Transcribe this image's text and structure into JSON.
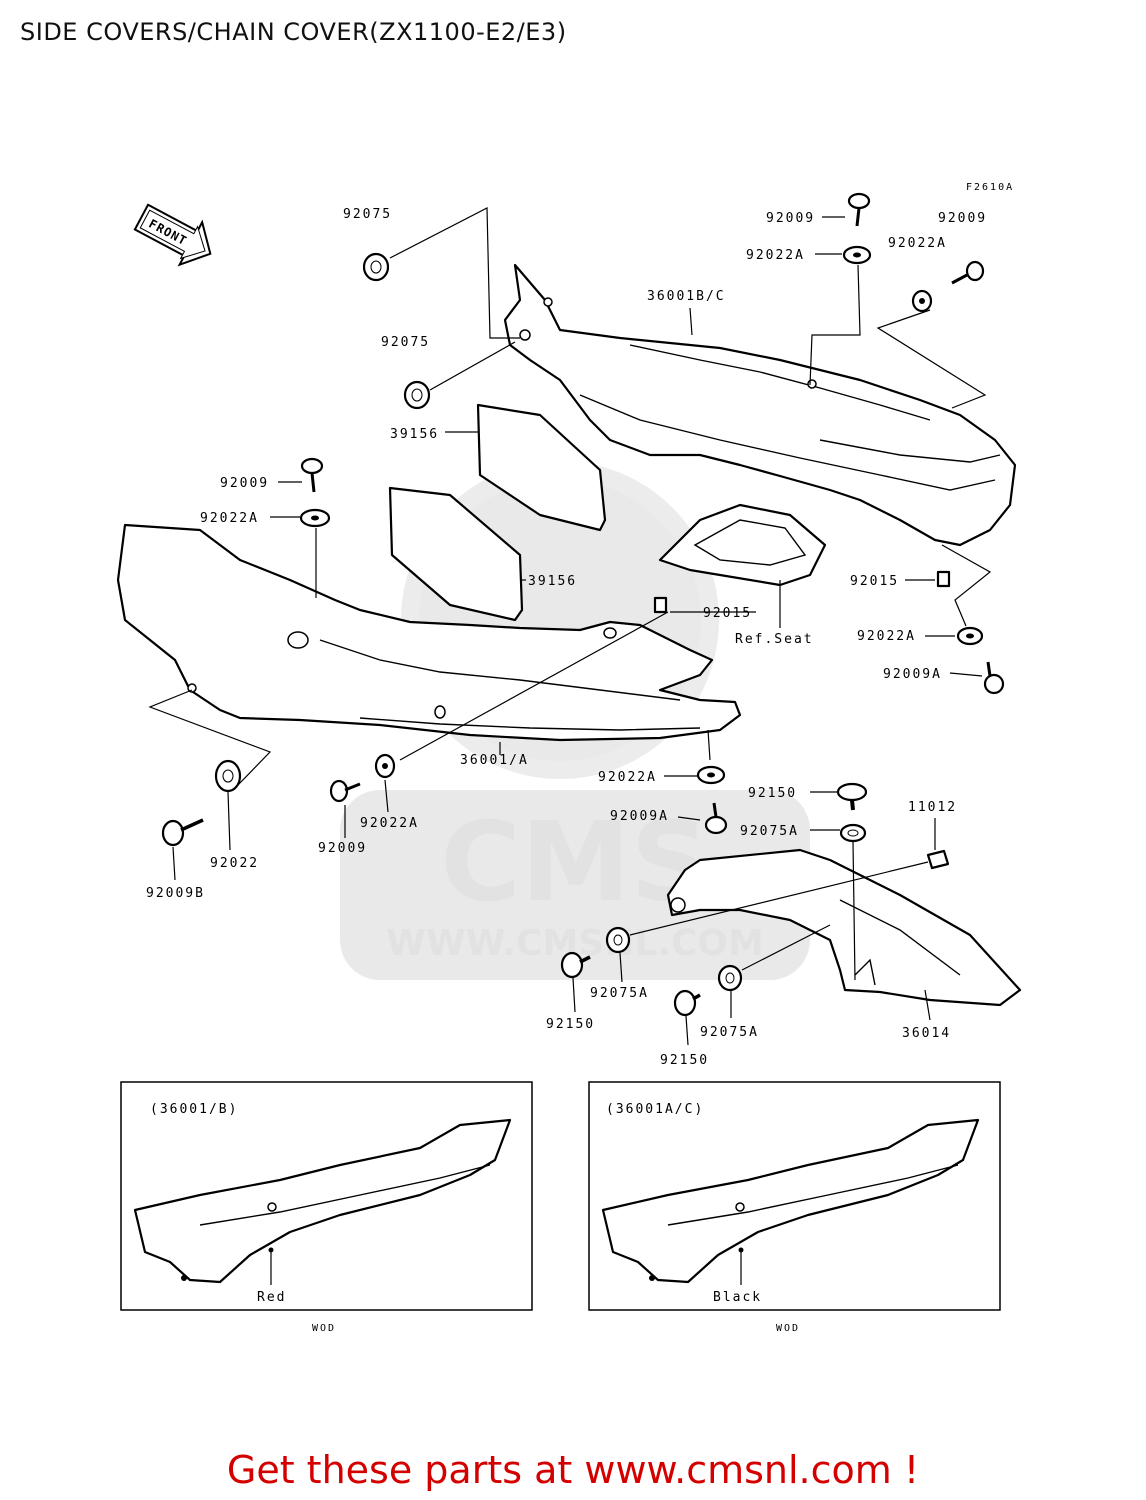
{
  "title": "SIDE COVERS/CHAIN COVER(ZX1100-E2/E3)",
  "figure_code": "F2610A",
  "front_label": "FRONT",
  "watermark": {
    "brand": "CMS",
    "url": "WWW.CMSNL.COM"
  },
  "parts": {
    "p92075_top": "92075",
    "p92075_mid": "92075",
    "p39156_top": "39156",
    "p39156_bottom": "39156",
    "p92009_left": "92009",
    "p92022A_left": "92022A",
    "p92009_topright": "92009",
    "p92022A_topright": "92022A",
    "p92009_farright": "92009",
    "p92022A_farright": "92022A",
    "p36001BC": "36001B/C",
    "p92015_right": "92015",
    "p92015_mid": "92015",
    "ref_seat": "Ref.Seat",
    "p92022A_right": "92022A",
    "p92009A_right": "92009A",
    "p36001A": "36001/A",
    "p92022A_center": "92022A",
    "p92022A_lower": "92022A",
    "p92009_lower": "92009",
    "p92022_lower": "92022",
    "p92009B": "92009B",
    "p92150_top": "92150",
    "p92009A_mid": "92009A",
    "p92075A_top": "92075A",
    "p11012": "11012",
    "p92075A_left": "92075A",
    "p92150_left": "92150",
    "p92075A_bottom": "92075A",
    "p92150_bottom": "92150",
    "p36014": "36014"
  },
  "insets": [
    {
      "title": "(36001/B)",
      "color_label": "Red",
      "caption": "WOD"
    },
    {
      "title": "(36001A/C)",
      "color_label": "Black",
      "caption": "WOD"
    }
  ],
  "footer": "Get these parts at www.cmsnl.com !"
}
